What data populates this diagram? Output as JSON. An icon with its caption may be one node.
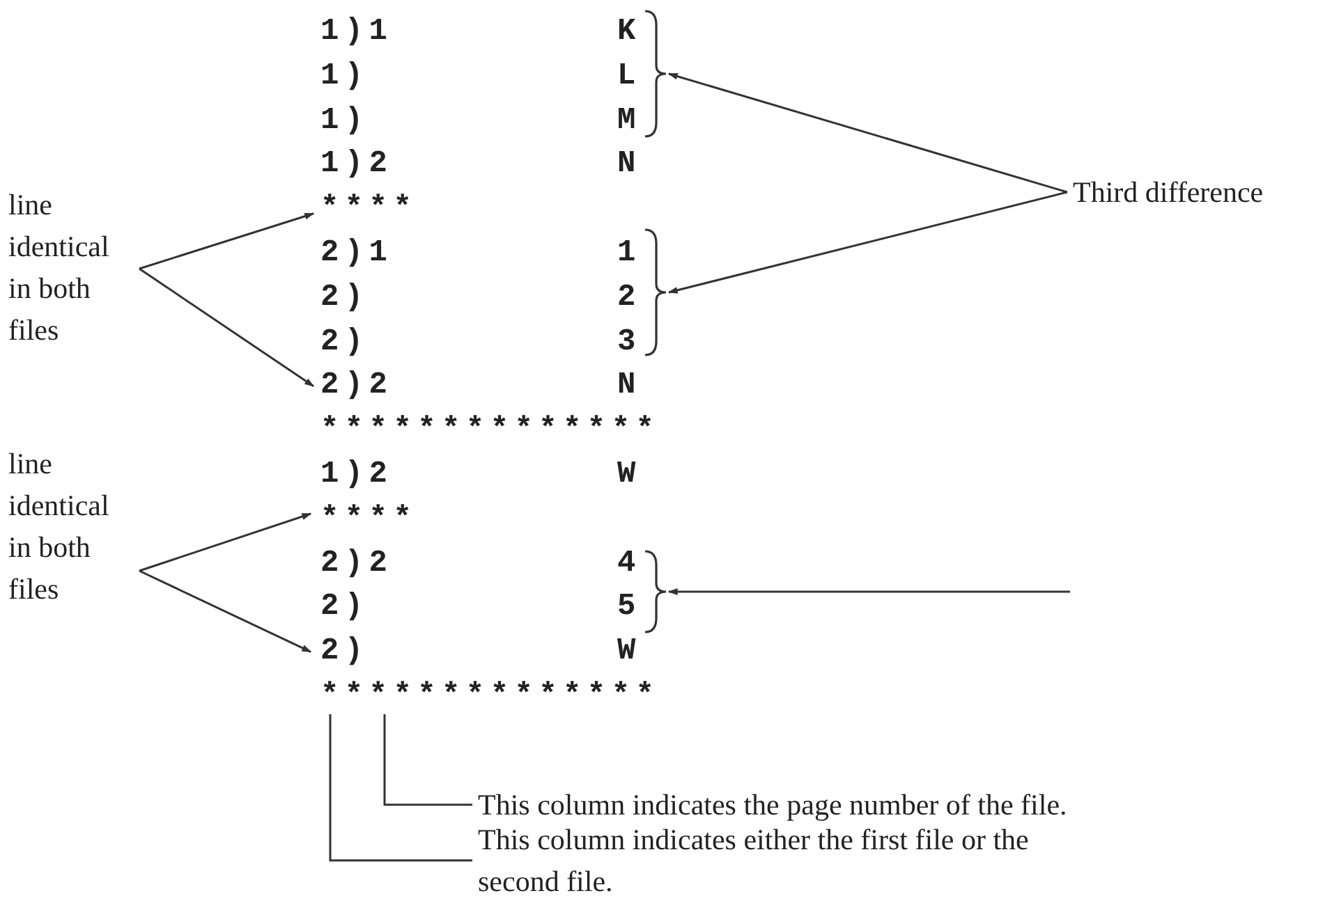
{
  "diagram": {
    "nodes": [
      {
        "text": [
          "1)1",
          "K"
        ]
      },
      {
        "text": [
          "1)",
          "L"
        ]
      },
      {
        "text": [
          "1)",
          "M"
        ]
      },
      {
        "text": [
          "1)2",
          "N"
        ]
      },
      {
        "text": [
          "****"
        ]
      },
      {
        "text": [
          "2)1",
          "1"
        ]
      },
      {
        "text": [
          "2)",
          "2"
        ]
      },
      {
        "text": [
          "2)",
          "3"
        ]
      },
      {
        "text": [
          "2)2",
          "N"
        ]
      },
      {
        "text": [
          "**************"
        ]
      },
      {
        "text": [
          "1)2",
          "W"
        ]
      },
      {
        "text": [
          "****"
        ]
      },
      {
        "text": [
          "2)2",
          "4"
        ]
      },
      {
        "text": [
          "2)",
          "5"
        ]
      },
      {
        "text": [
          "2)",
          "W"
        ]
      },
      {
        "text": [
          "**************"
        ]
      },
      {
        "text": [],
        "shape": "brace"
      },
      {
        "text": [],
        "shape": "brace"
      },
      {
        "text": [],
        "shape": "brace"
      },
      {
        "text": [
          "line identical in both files"
        ]
      },
      {
        "text": [
          "line identical in both files"
        ]
      },
      {
        "text": [
          "Third difference"
        ]
      },
      {
        "text": [
          "This column indicates the page number of the file."
        ]
      },
      {
        "text": [
          "This column indicates either the first file or the second file."
        ]
      }
    ],
    "edges": [
      {
        "from": 19,
        "to": 3,
        "arrow": "to"
      },
      {
        "from": 19,
        "to": 8,
        "arrow": "to"
      },
      {
        "from": 20,
        "to": 10,
        "arrow": "to"
      },
      {
        "from": 20,
        "to": 14,
        "arrow": "to"
      },
      {
        "from": 21,
        "to": 16,
        "arrow": "to"
      },
      {
        "from": 21,
        "to": 17,
        "arrow": "to"
      },
      {
        "from": null,
        "to": 18,
        "arrow": "to"
      },
      {
        "from": 22,
        "to": 15,
        "arrow": "none"
      },
      {
        "from": 23,
        "to": 15,
        "arrow": "none"
      }
    ]
  }
}
